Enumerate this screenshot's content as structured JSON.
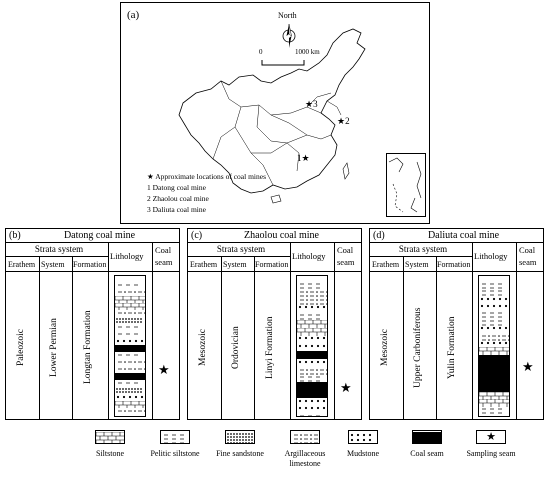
{
  "map": {
    "label": "(a)",
    "north": "North",
    "scale_zero": "0",
    "scale_end": "1000 km",
    "mine_markers": [
      "1",
      "2",
      "3"
    ],
    "legend_title": "Approximate locations of coal mines",
    "legend_items": [
      "1 Datong coal mine",
      "2 Zhaolou coal mine",
      "3 Daliuta coal mine"
    ]
  },
  "columns_header": {
    "strata_system": "Strata system",
    "erathem": "Erathem",
    "system": "System",
    "formation": "Formation",
    "lithology": "Lithology",
    "coal": "Coal",
    "seam": "seam"
  },
  "panels": [
    {
      "label": "(b)",
      "title": "Datong coal mine",
      "erathem": "Paleozoic",
      "system": "Lower Permian",
      "formation": "Longtan Formation",
      "column": [
        "pelitic",
        "argillaceous",
        "siltstone",
        "siltstone",
        "argillaceous",
        "fine",
        "pelitic",
        "pelitic",
        "mudstone",
        "coal",
        "pelitic",
        "argillaceous",
        "argillaceous",
        "coal",
        "pelitic",
        "fine",
        "mudstone",
        "siltstone",
        "argillaceous",
        "pelitic"
      ],
      "sample_index": 13
    },
    {
      "label": "(c)",
      "title": "Zhaolou coal mine",
      "erathem": "Mesozoic",
      "system": "Ordovician",
      "formation": "Linyi Formation",
      "column": [
        "pelitic",
        "argillaceous",
        "argillaceous",
        "mudstone",
        "pelitic",
        "siltstone",
        "siltstone",
        "mudstone",
        "mudstone",
        "coal",
        "mudstone",
        "argillaceous",
        "pelitic",
        "coal",
        "coal",
        "mudstone",
        "mudstone",
        "pelitic"
      ],
      "sample_index": 14
    },
    {
      "label": "(d)",
      "title": "Daliuta coal mine",
      "erathem": "Mesozoic",
      "system": "Upper Carboniferous",
      "formation": "Yulin Formation",
      "column": [
        "pelitic",
        "pelitic",
        "mudstone",
        "mudstone",
        "pelitic",
        "pelitic",
        "mudstone",
        "argillaceous",
        "mudstone",
        "siltstone",
        "coal",
        "coal",
        "coal",
        "coal",
        "coal",
        "siltstone",
        "siltstone",
        "pelitic",
        "pelitic"
      ],
      "sample_index": 12
    }
  ],
  "legend": [
    {
      "key": "siltstone",
      "label": "Siltstone"
    },
    {
      "key": "pelitic",
      "label": "Pelitic siltstone"
    },
    {
      "key": "fine",
      "label": "Fine sandstone"
    },
    {
      "key": "argillaceous",
      "label": "Argillaceous limestone"
    },
    {
      "key": "mudstone",
      "label": "Mudstone"
    },
    {
      "key": "coal",
      "label": "Coal seam"
    },
    {
      "key": "sampling",
      "label": "Sampling seam"
    }
  ]
}
